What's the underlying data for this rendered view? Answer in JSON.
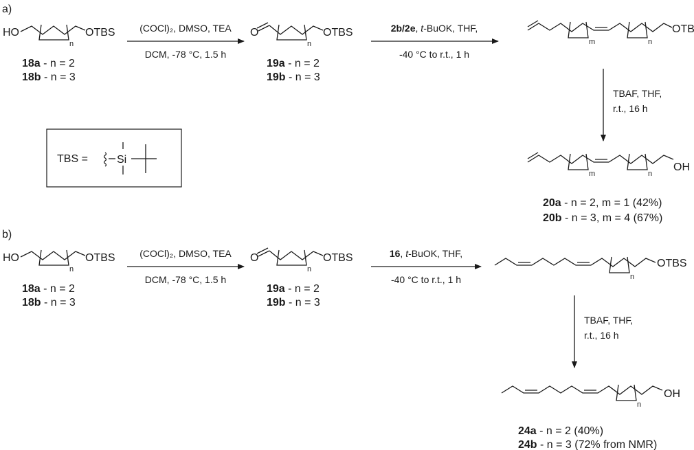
{
  "panels": {
    "a": {
      "label": "a)",
      "sm_ho": "HO",
      "sm_otbs": "OTBS",
      "sm_n": "n",
      "sm_18a_id": "18a",
      "sm_18a_rest": " - n = 2",
      "sm_18b_id": "18b",
      "sm_18b_rest": " - n = 3",
      "step1_line1": "(COCl)₂, DMSO, TEA",
      "step1_line2": "DCM, -78 °C, 1.5 h",
      "ald_o": "O",
      "ald_otbs": "OTBS",
      "ald_n": "n",
      "ald_19a_id": "19a",
      "ald_19a_rest": " - n = 2",
      "ald_19b_id": "19b",
      "ald_19b_rest": " - n = 3",
      "step2_reagent": "2b/2e",
      "step2_sep": ", ",
      "step2_base": "t",
      "step2_rest": "-BuOK, THF,",
      "step2_line2": "-40 °C to r.t., 1 h",
      "prod_m": "m",
      "prod_n": "n",
      "prod_otbs": "OTBS",
      "step3_line1": "TBAF, THF,",
      "step3_line2": "r.t., 16 h",
      "final_m": "m",
      "final_n": "n",
      "final_oh": "OH",
      "final_20a_id": "20a",
      "final_20a_rest": " - n = 2, m = 1 (42%)",
      "final_20b_id": "20b",
      "final_20b_rest": " - n = 3, m = 4 (67%)",
      "tbs_label": "TBS =",
      "tbs_si": "Si"
    },
    "b": {
      "label": "b)",
      "sm_ho": "HO",
      "sm_otbs": "OTBS",
      "sm_n": "n",
      "sm_18a_id": "18a",
      "sm_18a_rest": " - n = 2",
      "sm_18b_id": "18b",
      "sm_18b_rest": " - n = 3",
      "step1_line1": "(COCl)₂, DMSO, TEA",
      "step1_line2": "DCM, -78 °C, 1.5 h",
      "ald_o": "O",
      "ald_otbs": "OTBS",
      "ald_n": "n",
      "ald_19a_id": "19a",
      "ald_19a_rest": " - n = 2",
      "ald_19b_id": "19b",
      "ald_19b_rest": " - n = 3",
      "step2_reagent": "16",
      "step2_sep": ", ",
      "step2_base": "t",
      "step2_rest": "-BuOK, THF,",
      "step2_line2": "-40 °C to r.t., 1 h",
      "prod_n": "n",
      "prod_otbs": "OTBS",
      "step3_line1": "TBAF, THF,",
      "step3_line2": "r.t., 16 h",
      "final_n": "n",
      "final_oh": "OH",
      "final_24a_id": "24a",
      "final_24a_rest": " - n = 2 (40%)",
      "final_24b_id": "24b",
      "final_24b_rest": " - n = 3 (72% from NMR)"
    }
  }
}
